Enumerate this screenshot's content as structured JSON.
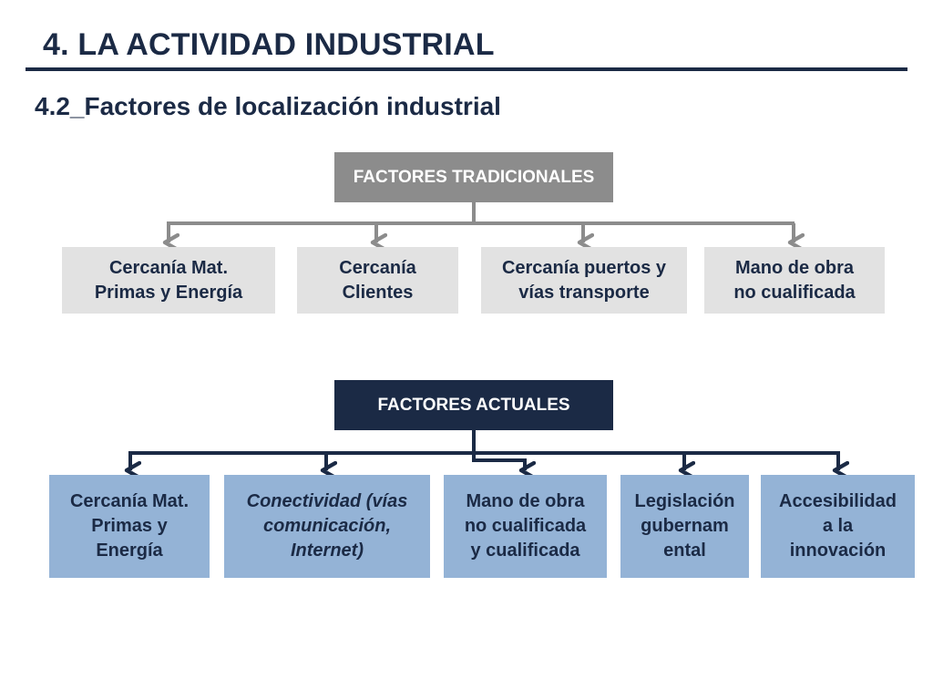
{
  "header": {
    "title": "4. LA ACTIVIDAD INDUSTRIAL",
    "subtitle": "4.2_Factores de localización industrial"
  },
  "traditional": {
    "title": "FACTORES TRADICIONALES",
    "items": [
      {
        "line1": "Cercanía Mat.",
        "line2": "Primas y Energía"
      },
      {
        "line1": "Cercanía",
        "line2": "Clientes"
      },
      {
        "line1": "Cercanía puertos y",
        "line2": "vías transporte"
      },
      {
        "line1": "Mano de obra",
        "line2": "no cualificada"
      }
    ]
  },
  "current": {
    "title": "FACTORES ACTUALES",
    "items": [
      {
        "line1": "Cercanía Mat.",
        "line2": "Primas y",
        "line3": "Energía"
      },
      {
        "line1": "Conectividad (vías",
        "line2": "comunicación,",
        "line3": "Internet)"
      },
      {
        "line1": "Mano de obra",
        "line2": "no cualificada",
        "line3": "y cualificada"
      },
      {
        "line1": "Legislación",
        "line2": "gubernam",
        "line3": "ental"
      },
      {
        "line1": "Accesibilidad",
        "line2": "a la",
        "line3": "innovación"
      }
    ]
  },
  "colors": {
    "navy": "#1b2a45",
    "traditional_header": "#8c8c8c",
    "traditional_box": "#e2e2e2",
    "current_box": "#94b3d6",
    "connector_gray": "#8c8c8c"
  }
}
